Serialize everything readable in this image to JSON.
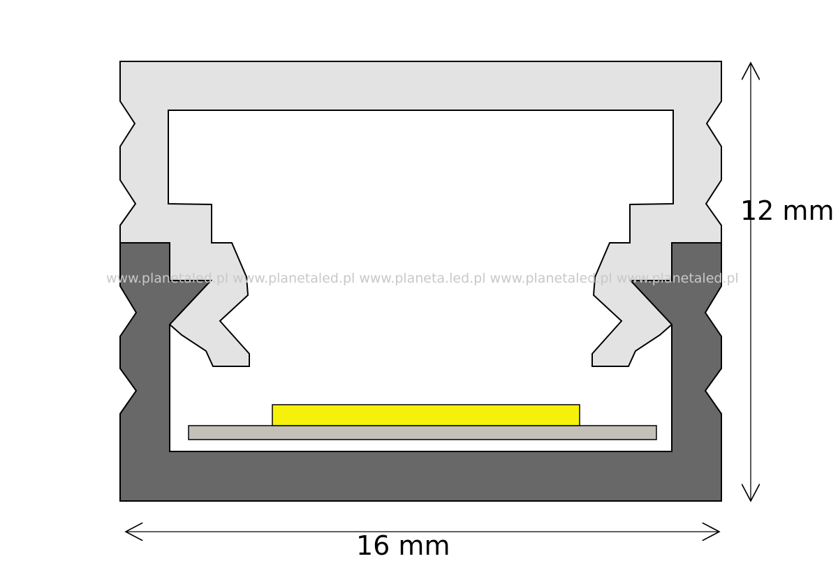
{
  "title": "LED aluminium profile cross-section with diffuser cover",
  "dimensions": {
    "height": "12 mm",
    "width": "16 mm"
  },
  "watermark": "www.planetaled.pl www.planetaled.pl www.planeta.led.pl www.planetaled.pl www.planetaled.pl",
  "colors": {
    "cover": "#e3e3e3",
    "profile": "#686868",
    "led_chip": "#f5f10a",
    "pcb_strip": "#c2c0b8",
    "outline": "#000000"
  }
}
